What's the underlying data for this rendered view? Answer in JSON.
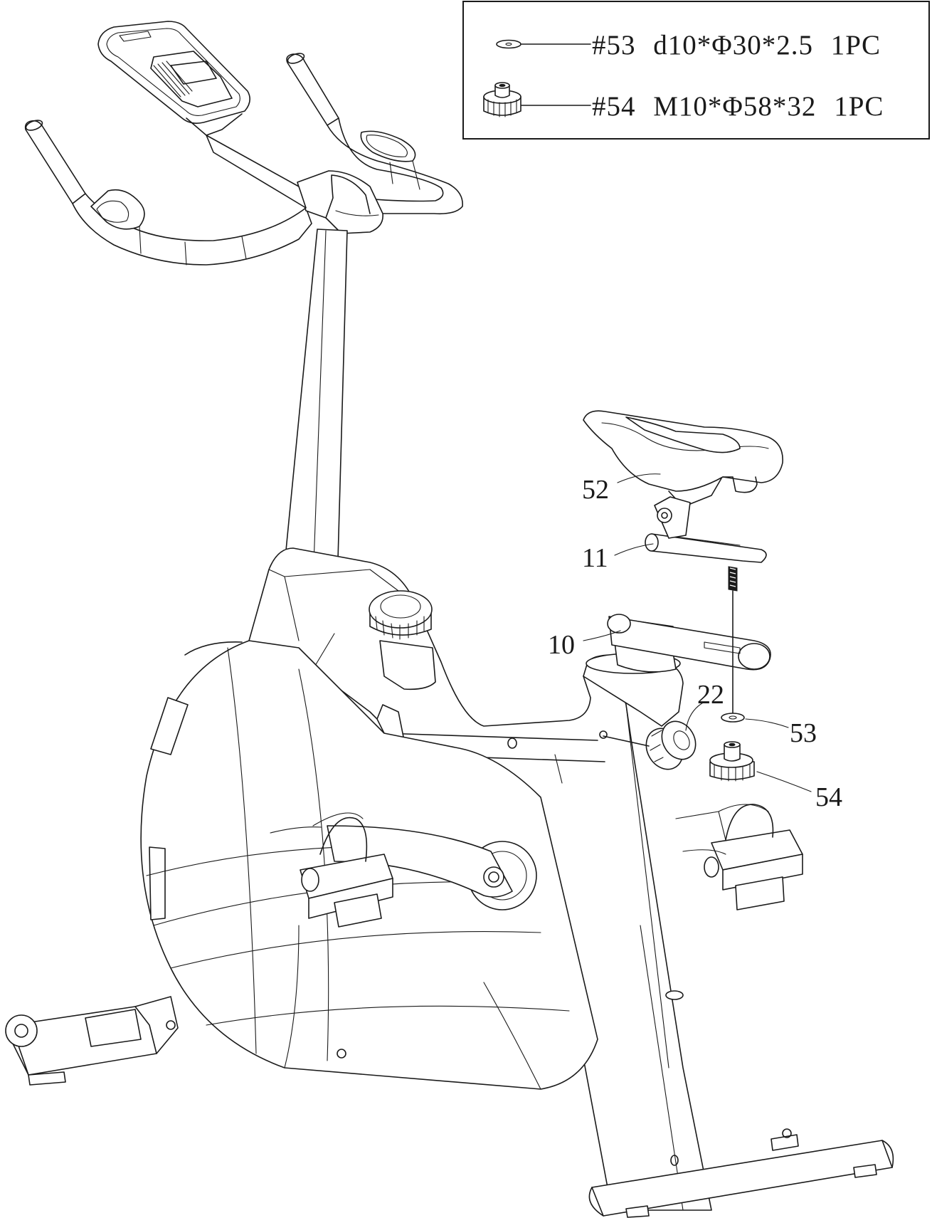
{
  "legend": {
    "rows": [
      {
        "part": "#53",
        "spec": "d10*Φ30*2.5",
        "qty": "1PC",
        "icon": "washer-icon"
      },
      {
        "part": "#54",
        "spec": "M10*Φ58*32",
        "qty": "1PC",
        "icon": "knob-icon"
      }
    ]
  },
  "callouts": [
    {
      "label": "52",
      "target": "seat"
    },
    {
      "label": "11",
      "target": "seat-slider"
    },
    {
      "label": "10",
      "target": "seat-post"
    },
    {
      "label": "22",
      "target": "adjustment-knob"
    },
    {
      "label": "53",
      "target": "washer"
    },
    {
      "label": "54",
      "target": "knob"
    }
  ],
  "colors": {
    "line": "#1a1a1a",
    "background": "#ffffff"
  }
}
